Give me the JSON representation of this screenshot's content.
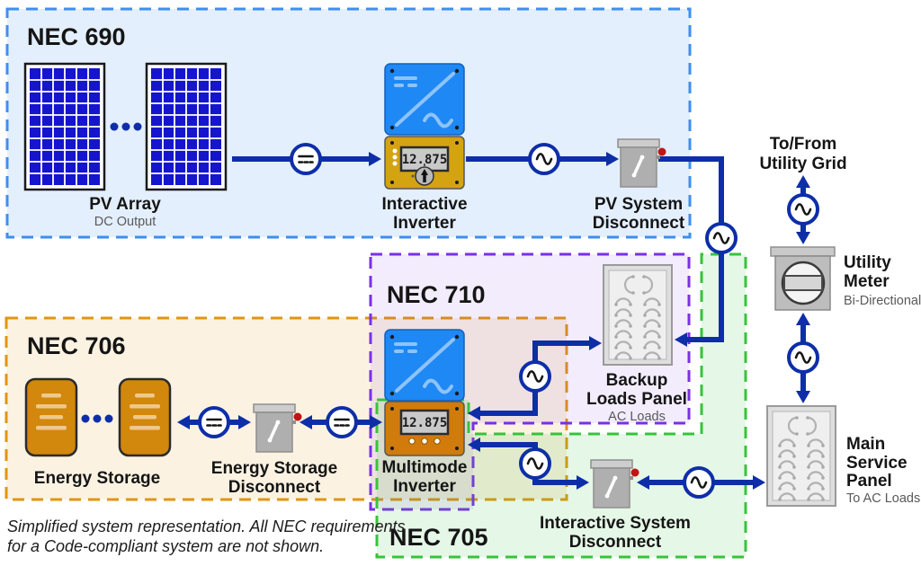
{
  "zones": {
    "nec690": {
      "label": "NEC 690",
      "border_color": "#3E8EF0"
    },
    "nec710": {
      "label": "NEC 710",
      "border_color": "#7A2FE8"
    },
    "nec706": {
      "label": "NEC 706",
      "border_color": "#E2950F"
    },
    "nec705": {
      "label": "NEC 705",
      "border_color": "#37C33C"
    }
  },
  "components": {
    "pv_array": {
      "label": "PV Array",
      "sublabel": "DC Output"
    },
    "interactive_inverter": {
      "line1": "Interactive",
      "line2": "Inverter",
      "display_value": "12.875"
    },
    "pv_system_disconnect": {
      "line1": "PV System",
      "line2": "Disconnect"
    },
    "backup_loads_panel": {
      "line1": "Backup",
      "line2": "Loads Panel",
      "sublabel": "AC Loads"
    },
    "multimode_inverter": {
      "line1": "Multimode",
      "line2": "Inverter",
      "display_value": "12.875"
    },
    "energy_storage": {
      "label": "Energy Storage"
    },
    "energy_storage_disconnect": {
      "line1": "Energy Storage",
      "line2": "Disconnect"
    },
    "interactive_system_disconnect": {
      "line1": "Interactive System",
      "line2": "Disconnect"
    },
    "utility_grid": {
      "line1": "To/From",
      "line2": "Utility Grid"
    },
    "utility_meter": {
      "line1": "Utility",
      "line2": "Meter",
      "sublabel": "Bi-Directional"
    },
    "main_service_panel": {
      "line1": "Main",
      "line2": "Service",
      "line3": "Panel",
      "sublabel": "To AC Loads"
    }
  },
  "footnote": {
    "line1": "Simplified system representation. All NEC requirements",
    "line2": "for a Code-compliant system are not shown."
  },
  "colors": {
    "wire": "#0E2EA8",
    "pv_cell_blue": "#1515CE",
    "inverter_blue": "#1E88F5",
    "interactive_inverter_yellow": "#D4A312",
    "multimode_inverter_orange": "#D07B0B",
    "battery_orange": "#D2870D",
    "disconnect_gray": "#AFAFAF",
    "red_knob": "#C01515"
  }
}
